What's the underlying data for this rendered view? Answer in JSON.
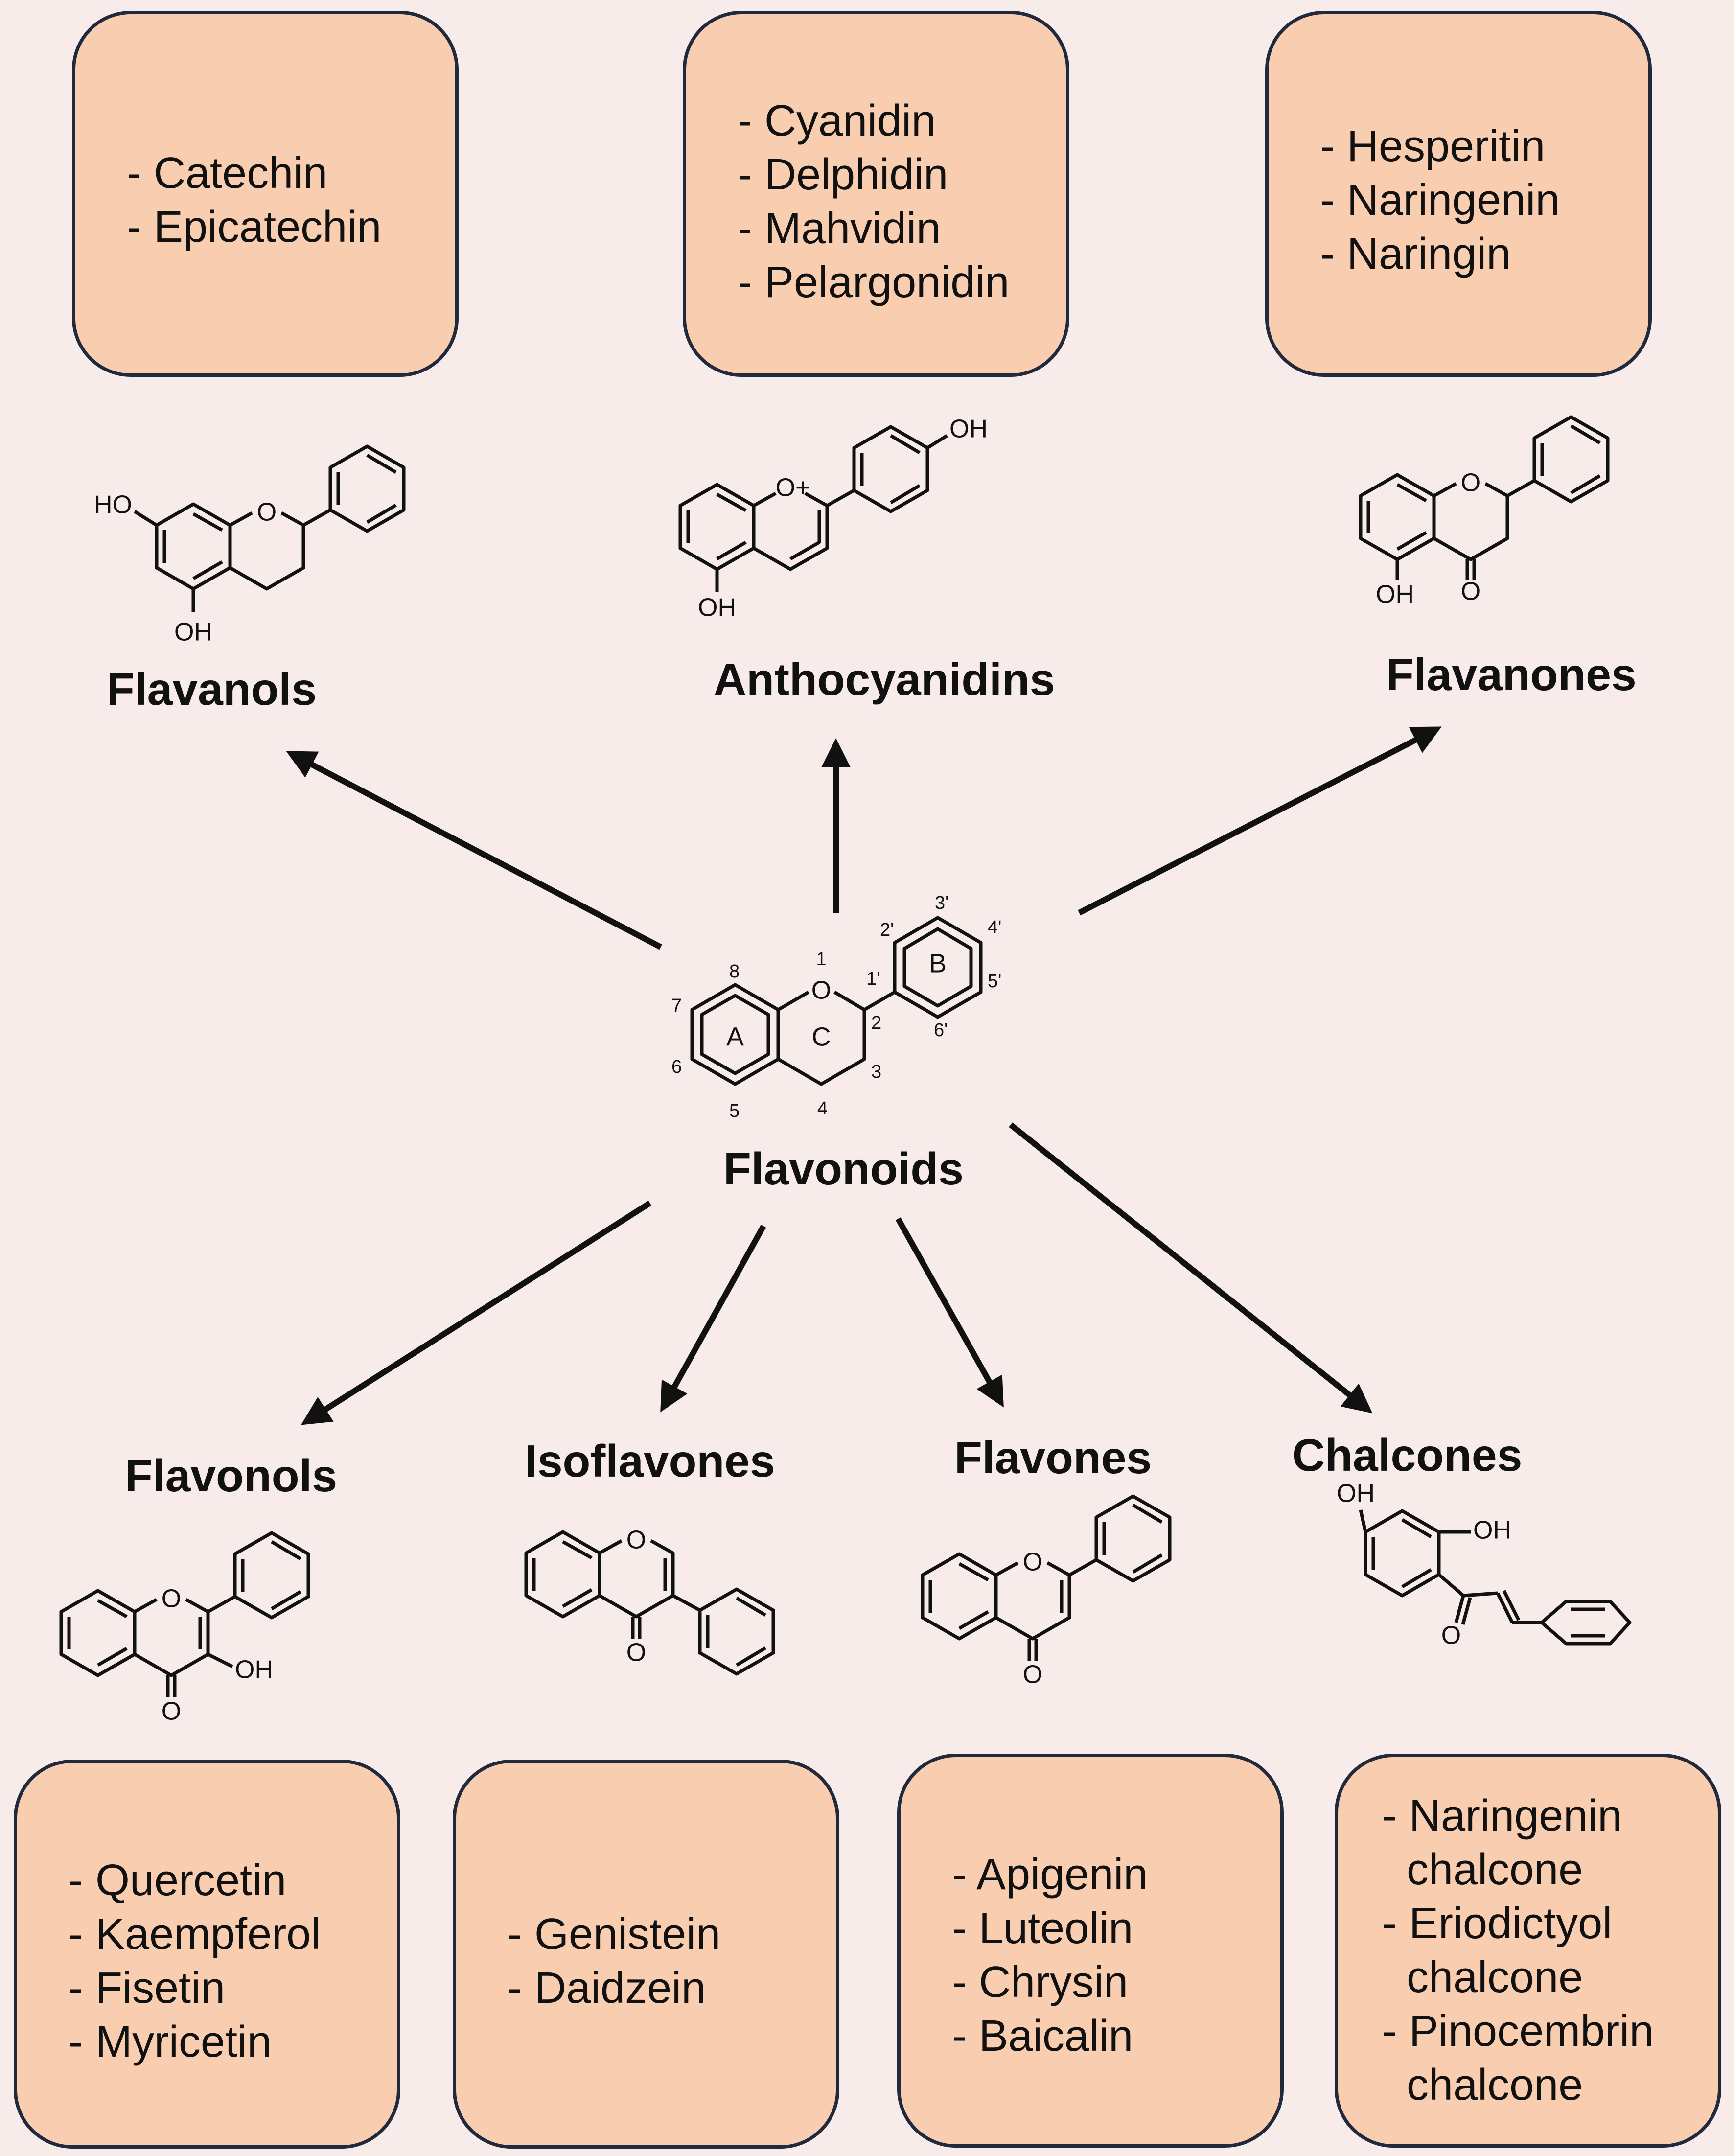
{
  "center": {
    "title": "Flavonoids",
    "ring_labels": {
      "a": "A",
      "b": "B",
      "c": "C"
    },
    "positions": {
      "p1": "1",
      "p2": "2",
      "p3": "3",
      "p4": "4",
      "p5": "5",
      "p6": "6",
      "p7": "7",
      "p8": "8",
      "p2p": "2'",
      "p3p": "3'",
      "p4p": "4'",
      "p5p": "5'",
      "p6p": "6'",
      "p1p": "1'"
    }
  },
  "classes": {
    "flavanols": {
      "title": "Flavanols",
      "items": [
        "- Catechin",
        "- Epicatechin"
      ]
    },
    "anthocyanidins": {
      "title": "Anthocyanidins",
      "items": [
        "- Cyanidin",
        "- Delphidin",
        "- Mahvidin",
        "- Pelargonidin"
      ]
    },
    "flavanones": {
      "title": "Flavanones",
      "items": [
        "- Hesperitin",
        "- Naringenin",
        "- Naringin"
      ]
    },
    "flavonols": {
      "title": "Flavonols",
      "items": [
        "- Quercetin",
        "- Kaempferol",
        "- Fisetin",
        "- Myricetin"
      ]
    },
    "isoflavones": {
      "title": "Isoflavones",
      "items": [
        "- Genistein",
        "- Daidzein"
      ]
    },
    "flavones": {
      "title": "Flavones",
      "items": [
        "- Apigenin",
        "- Luteolin",
        "- Chrysin",
        "- Baicalin"
      ]
    },
    "chalcones": {
      "title": "Chalcones",
      "items": [
        "- Naringenin",
        "  chalcone",
        "- Eriodictyol",
        "  chalcone",
        "- Pinocembrin",
        "  chalcone"
      ]
    }
  },
  "atoms": {
    "O": "O",
    "OH": "OH",
    "HO": "HO",
    "O_plus": "O+"
  },
  "colors": {
    "background": "#f7ece9",
    "box_fill": "#f9cdb0",
    "box_border": "#202a3c",
    "ink": "#111111"
  }
}
